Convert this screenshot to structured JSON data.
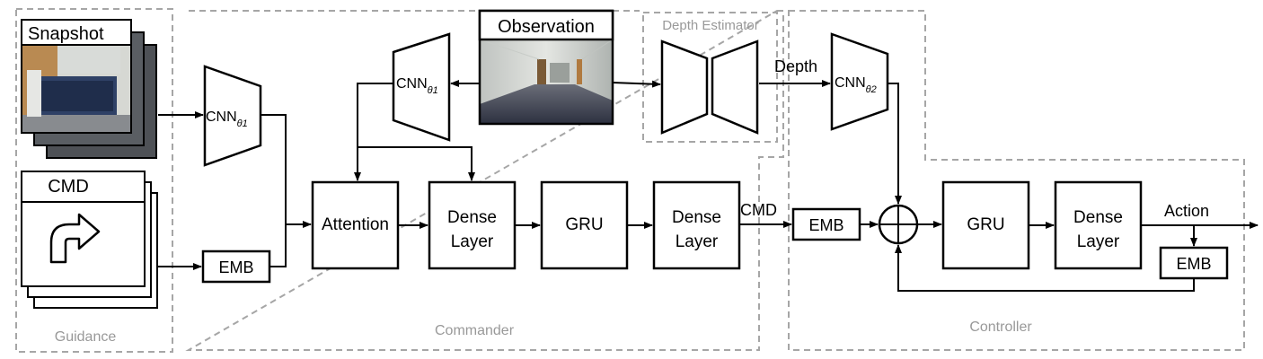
{
  "groups": {
    "guidance": "Guidance",
    "commander": "Commander",
    "depth_estimator": "Depth Estimator",
    "controller": "Controller"
  },
  "inputs": {
    "snapshot": "Snapshot",
    "cmd": "CMD",
    "observation": "Observation"
  },
  "cnn": {
    "name": "CNN",
    "theta1": "θ1",
    "theta2": "θ2"
  },
  "blocks": {
    "emb": "EMB",
    "attention": "Attention",
    "dense_line1": "Dense",
    "dense_line2": "Layer",
    "gru": "GRU"
  },
  "edges": {
    "depth": "Depth",
    "cmd": "CMD",
    "action": "Action"
  }
}
